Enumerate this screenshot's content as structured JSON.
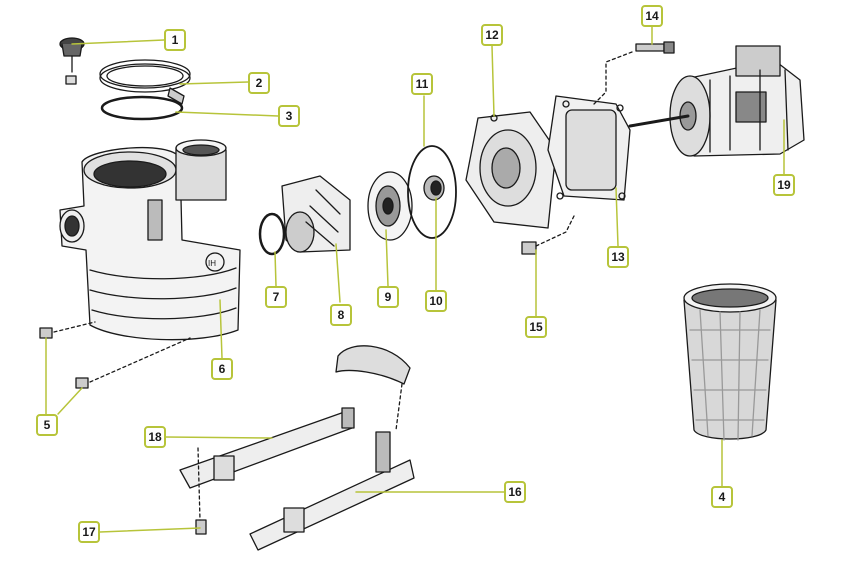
{
  "diagram": {
    "leader_color": "#b7c43a",
    "callouts": [
      "1",
      "2",
      "3",
      "4",
      "5",
      "6",
      "7",
      "8",
      "9",
      "10",
      "11",
      "12",
      "13",
      "14",
      "15",
      "16",
      "17",
      "18",
      "19"
    ]
  }
}
